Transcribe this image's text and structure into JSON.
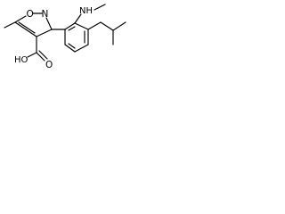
{
  "molecule": {
    "labels": {
      "o_ring": "O",
      "n_ring": "N",
      "nh": "NH",
      "oh": "HO",
      "o_carbonyl": "O"
    },
    "colors": {
      "bond": "#000000",
      "text": "#000000",
      "background": "#ffffff"
    }
  }
}
